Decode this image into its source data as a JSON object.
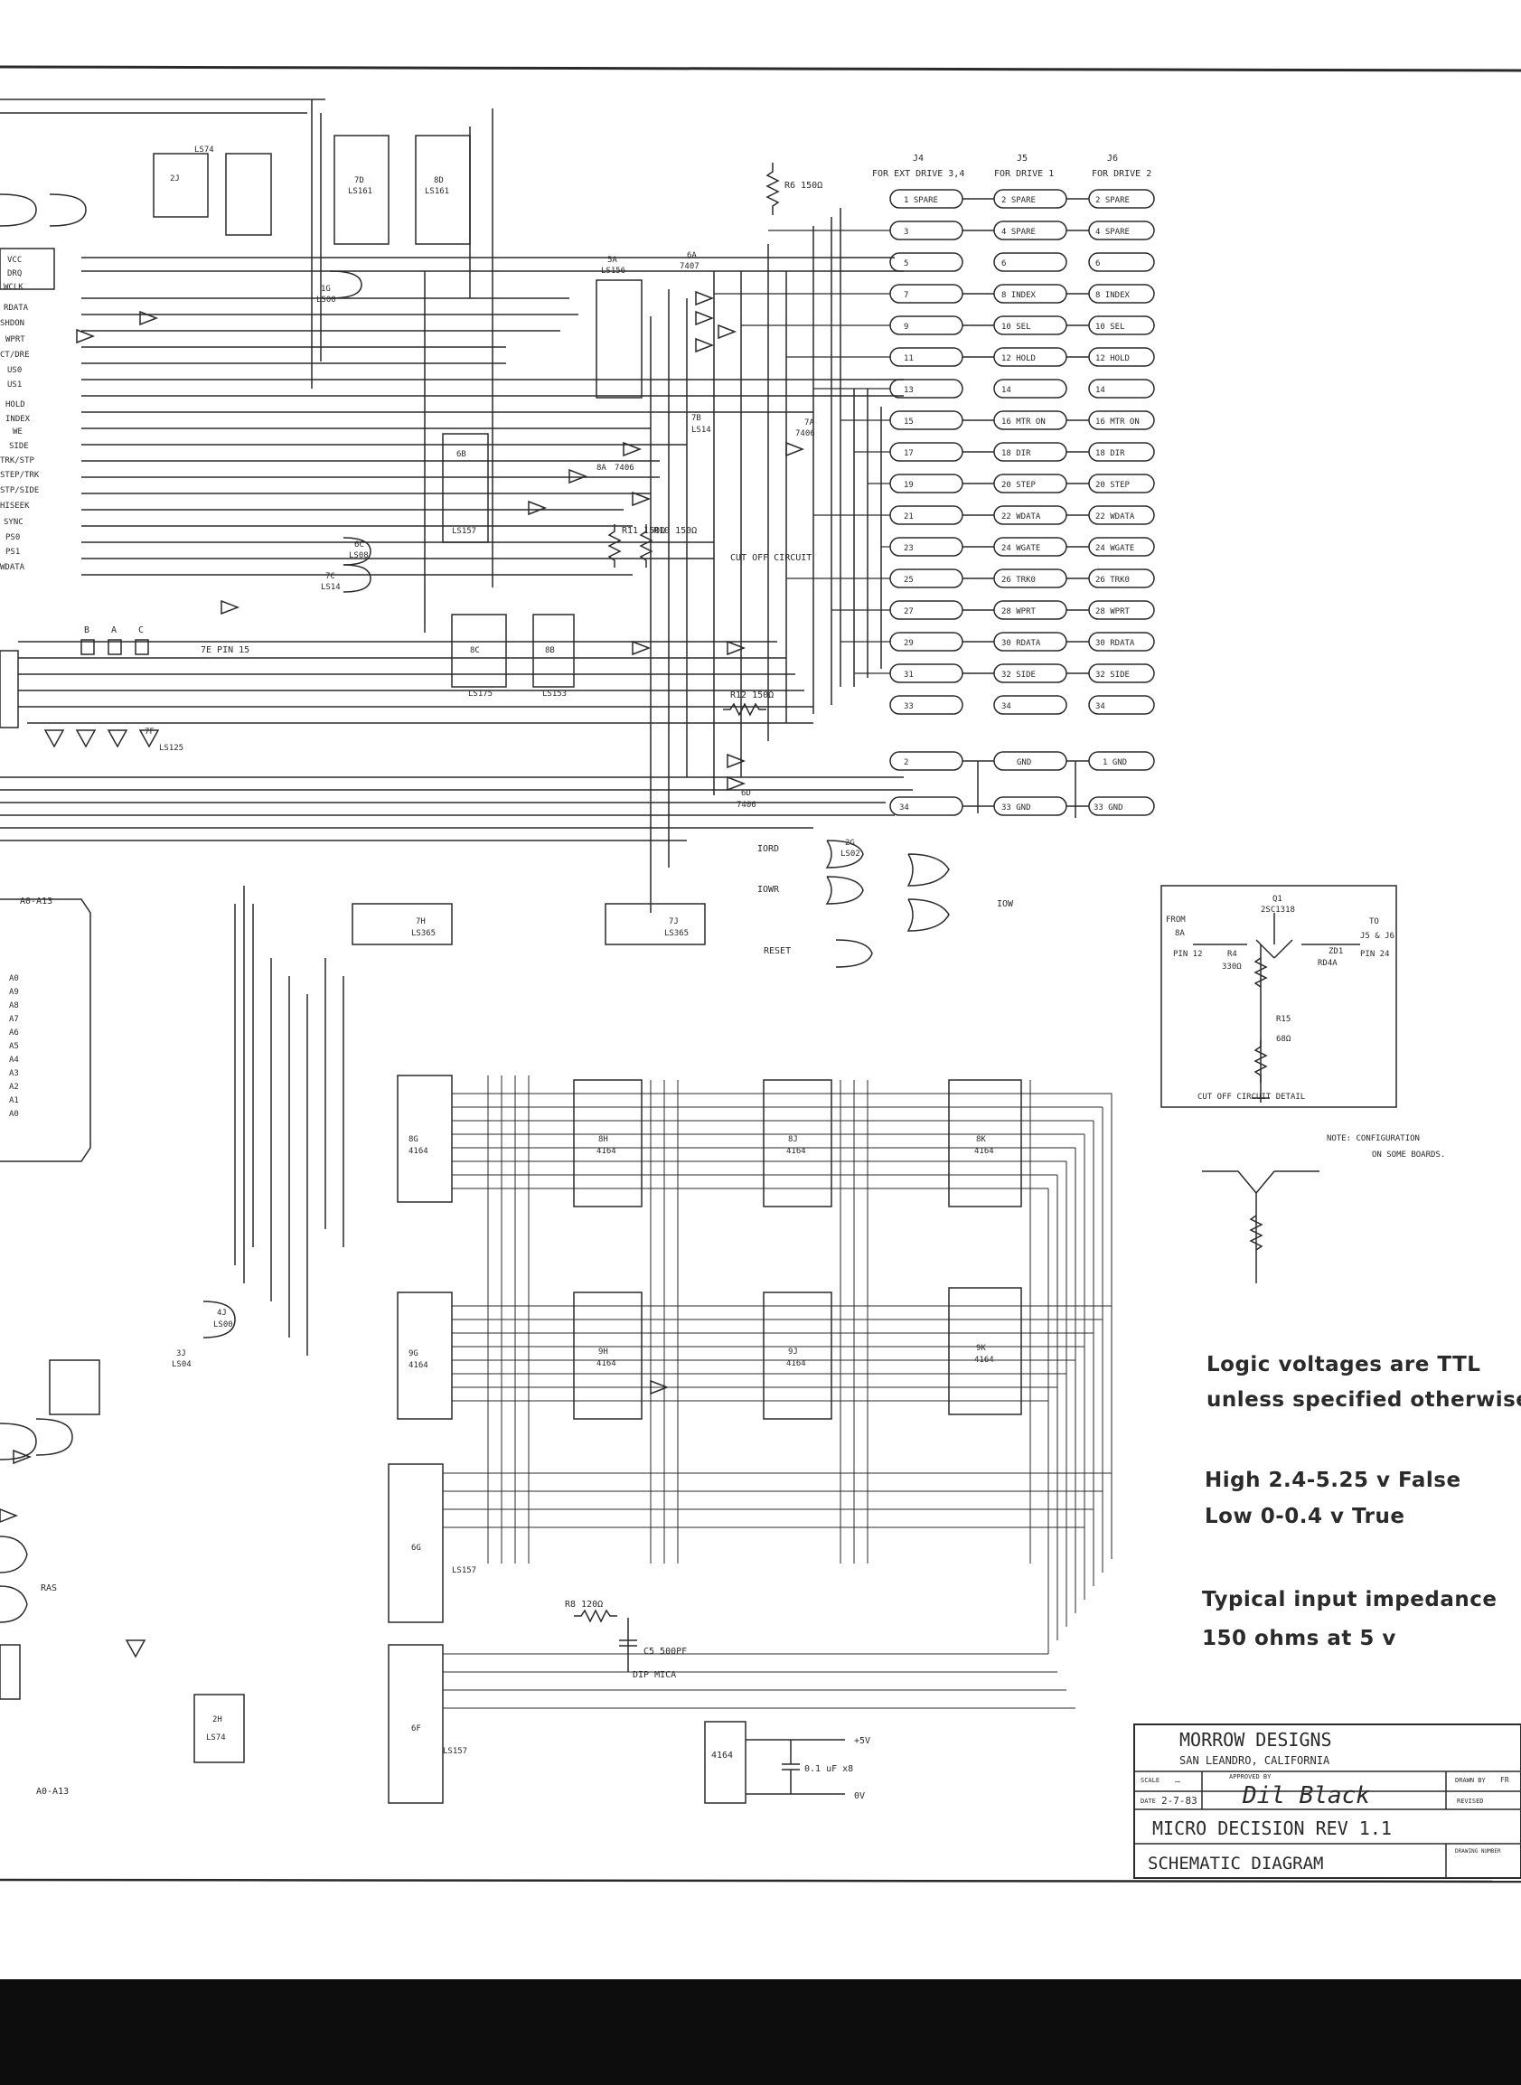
{
  "connectors": {
    "j4": {
      "ref": "J4",
      "label": "FOR EXT DRIVE 3,4",
      "pins": [
        "1 SPARE",
        "3",
        "5",
        "7",
        "9",
        "11",
        "13",
        "15",
        "17",
        "19",
        "21",
        "23",
        "25",
        "27",
        "29",
        "31",
        "33"
      ]
    },
    "j5": {
      "ref": "J5",
      "label": "FOR DRIVE 1",
      "pins": [
        "2 SPARE",
        "4 SPARE",
        "6",
        "8 INDEX",
        "10 SEL",
        "12 HOLD",
        "14",
        "16 MTR ON",
        "18 DIR",
        "20 STEP",
        "22 WDATA",
        "24 WGATE",
        "26 TRK0",
        "28 WPRT",
        "30 RDATA",
        "32 SIDE",
        "34"
      ]
    },
    "j6": {
      "ref": "J6",
      "label": "FOR DRIVE 2",
      "pins": [
        "2 SPARE",
        "4 SPARE",
        "6",
        "8 INDEX",
        "10 SEL",
        "12 HOLD",
        "14",
        "16 MTR ON",
        "18 DIR",
        "20 STEP",
        "22 WDATA",
        "24 WGATE",
        "26 TRK0",
        "28 WPRT",
        "30 RDATA",
        "32 SIDE",
        "34"
      ]
    },
    "ground_rows": [
      [
        "2",
        "GND",
        "1 GND"
      ],
      [
        "34",
        "33 GND",
        "33 GND"
      ]
    ]
  },
  "left_signals": [
    "VCC",
    "DRQ",
    "WCLK",
    "RDATA",
    "SHDON",
    "WPRT",
    "CT/DRE",
    "US0",
    "US1",
    "HOLD",
    "INDEX",
    "WE",
    "SIDE",
    "TRK/STP",
    "STEP/TRK",
    "STP/SIDE",
    "HISEEK",
    "SYNC",
    "PS0",
    "PS1",
    "WDATA"
  ],
  "chips": [
    {
      "id": "7D",
      "part": "LS161"
    },
    {
      "id": "8D",
      "part": "LS161"
    },
    {
      "id": "2J",
      "part": "LS74"
    },
    {
      "id": "1G",
      "part": "LS00"
    },
    {
      "id": "5A",
      "part": "LS156"
    },
    {
      "id": "6A",
      "part": "7407"
    },
    {
      "id": "6B",
      "part": "LS157"
    },
    {
      "id": "8A",
      "part": "7406"
    },
    {
      "id": "7A",
      "part": "7406"
    },
    {
      "id": "7B",
      "part": "LS14"
    },
    {
      "id": "6C",
      "part": "LS08"
    },
    {
      "id": "8C",
      "part": "LS175"
    },
    {
      "id": "8B",
      "part": "LS153"
    },
    {
      "id": "7H",
      "part": "LS365"
    },
    {
      "id": "7J",
      "part": "LS365"
    },
    {
      "id": "2G",
      "part": "LS02"
    },
    {
      "id": "8G",
      "part": "4164"
    },
    {
      "id": "8H",
      "part": "4164"
    },
    {
      "id": "8J",
      "part": "4164"
    },
    {
      "id": "8K",
      "part": "4164"
    },
    {
      "id": "9G",
      "part": "4164"
    },
    {
      "id": "9H",
      "part": "4164"
    },
    {
      "id": "9J",
      "part": "4164"
    },
    {
      "id": "9K",
      "part": "4164"
    },
    {
      "id": "6G",
      "part": "LS157"
    },
    {
      "id": "6F",
      "part": "LS157"
    },
    {
      "id": "2H",
      "part": "LS74"
    },
    {
      "id": "4J",
      "part": "LS00"
    },
    {
      "id": "3J",
      "part": "LS04"
    },
    {
      "id": "7C",
      "part": "LS14"
    },
    {
      "id": "6D",
      "part": "7406"
    },
    {
      "id": "7F",
      "part": "LS125"
    }
  ],
  "resistors": {
    "r6": "R6 150Ω",
    "r10": "R10 150Ω",
    "r11": "R11 150Ω",
    "r12": "R12 150Ω",
    "r8": "R8 120Ω",
    "c5": "C5 500PF",
    "c5_type": "DIP MICA",
    "cut_off": "CUT OFF CIRCUIT"
  },
  "cutoff_detail": {
    "title": "CUT OFF CIRCUIT DETAIL",
    "from": "FROM",
    "from_src": "8A",
    "from_pin": "PIN 12",
    "to": "TO",
    "to_dst": "J5 & J6",
    "to_pin": "PIN 24",
    "q1": "Q1",
    "q1_part": "2SC1318",
    "r4": "R4",
    "r4_val": "330Ω",
    "zd1": "ZD1",
    "zd1_part": "RD4A",
    "r15": "R15",
    "r15_val": "68Ω"
  },
  "config_note": {
    "line1": "NOTE: CONFIGURATION",
    "line2": "ON SOME BOARDS."
  },
  "signal_labels": {
    "a0a13": "A0-A13",
    "bus_bottom": "A0-A13",
    "iord": "IORD",
    "iowr": "IOWR",
    "reset": "RESET",
    "iow": "IOW",
    "ras": "RAS",
    "pin15": "7E PIN 15",
    "bac": [
      "B",
      "A",
      "C"
    ],
    "chip4164": "4164",
    "plus5v": "+5V",
    "zero_v": "0V",
    "decoupling": "0.1 uF x8",
    "addr_left": [
      "A0",
      "A9",
      "A8",
      "A7",
      "A6",
      "A5",
      "A4",
      "A3",
      "A2",
      "A1",
      "A0"
    ]
  },
  "notes": {
    "line1": "Logic voltages are TTL",
    "line2": "unless specified otherwise",
    "line3": "High 2.4-5.25 v  False",
    "line4": "Low 0-0.4 v  True",
    "line5": "Typical input impedance",
    "line6": "150 ohms at 5 v"
  },
  "title_block": {
    "company": "MORROW DESIGNS",
    "location": "SAN LEANDRO, CALIFORNIA",
    "scale_label": "SCALE",
    "scale_value": "—",
    "approved_label": "APPROVED BY",
    "date_label": "DATE",
    "date_value": "2-7-83",
    "drawn_label": "DRAWN BY",
    "drawn_value": "FR",
    "revised_label": "REVISED",
    "signature": "Dil Black",
    "title": "MICRO DECISION REV 1.1",
    "subtitle": "SCHEMATIC DIAGRAM",
    "drawing_number_label": "DRAWING NUMBER"
  }
}
